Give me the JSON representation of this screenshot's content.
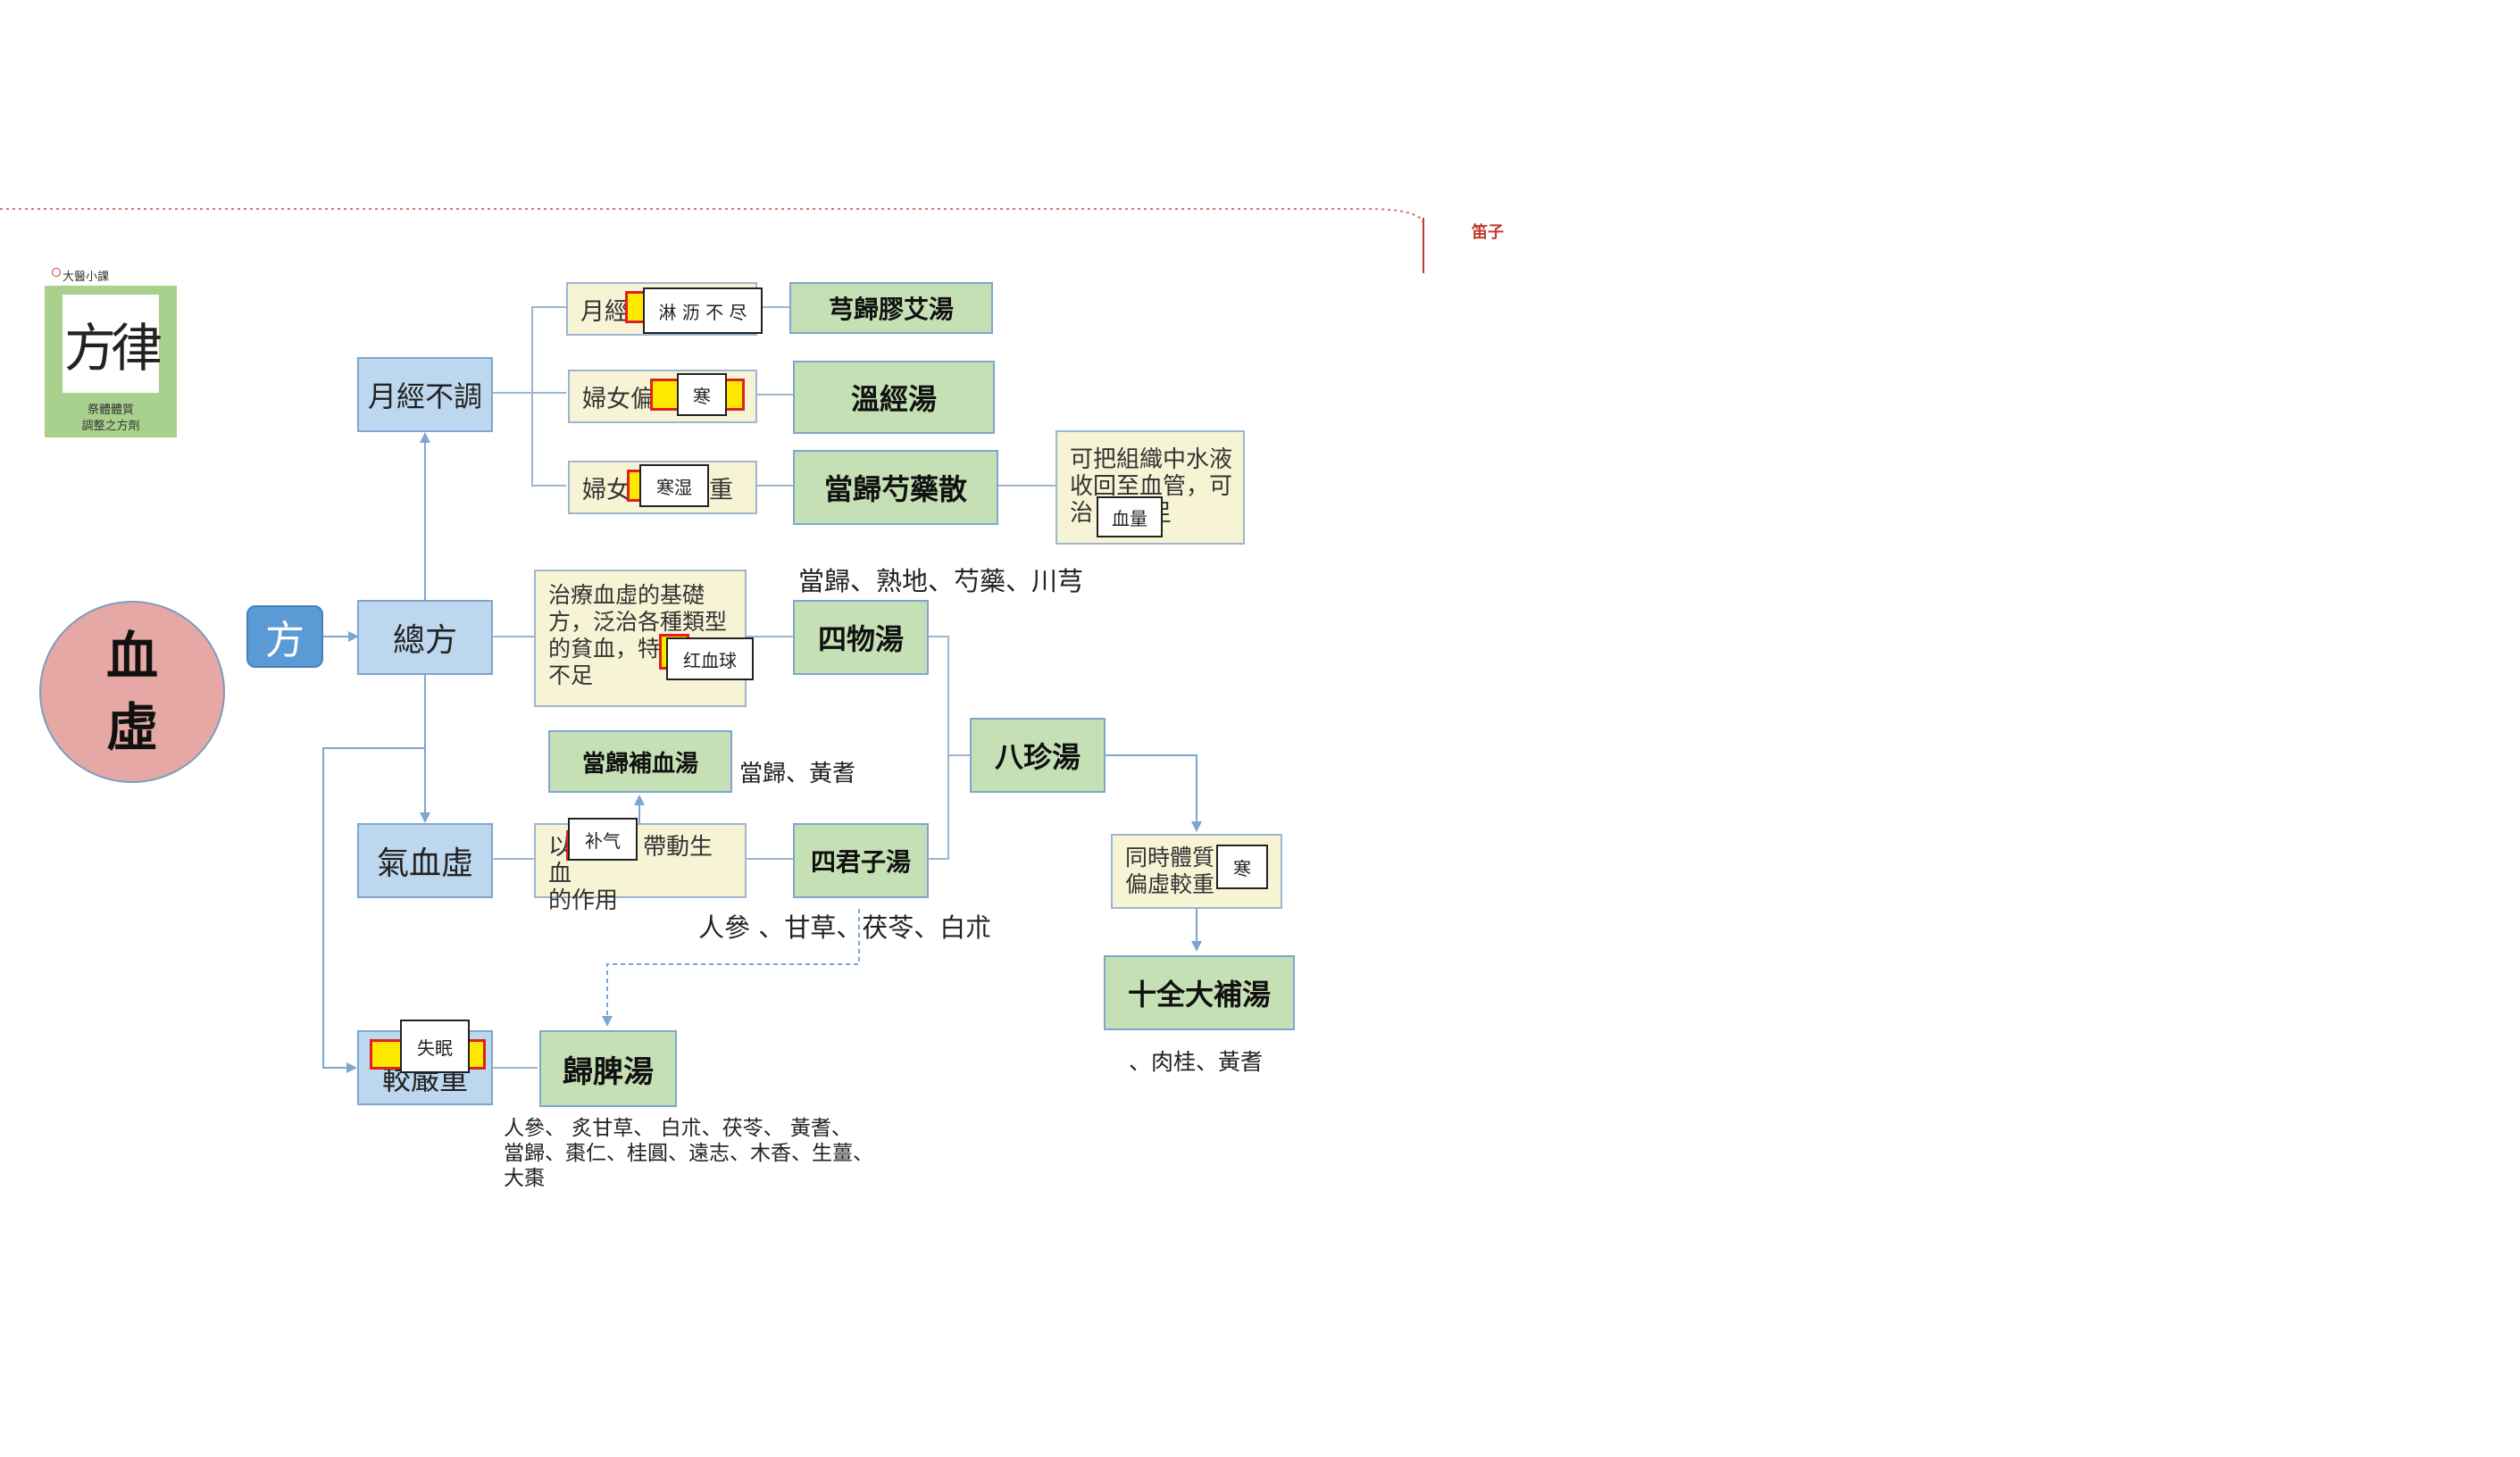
{
  "colors": {
    "root_circle": "#e6a8a4",
    "category_box": "#bdd7ee",
    "formula_box": "#c5e0b4",
    "note_box": "#f7f4d6",
    "tag": "#5b9bd5",
    "connector": "#7ea6cf",
    "comment": "#c0392b"
  },
  "logo": {
    "top_text": "大醫小課",
    "calligraphy": "方律",
    "caption_line1": "祭體體質",
    "caption_line2": "調整之方劑"
  },
  "comment": {
    "label": "笛子"
  },
  "root": {
    "line1": "血",
    "line2": "虛"
  },
  "tag": {
    "label": "方"
  },
  "categories": {
    "menstrual": "月經不調",
    "general": "總方",
    "qi_blood": "氣血虛",
    "severe": "較嚴重"
  },
  "notes": {
    "menstrual_1": "月經",
    "menstrual_2": "婦女偏",
    "menstrual_3_left": "婦女",
    "menstrual_3_right": "重",
    "general_desc": "治療血虛的基礎方，泛治各種類型的貧血，特別是",
    "general_desc_end": "不足",
    "qi_desc_left": "以",
    "qi_desc_right": "帶動生血",
    "qi_desc_line2": "的作用",
    "water_desc": "可把組織中水液收回至血管，可治",
    "water_desc_end": "足",
    "combined_desc_line1": "同時體質",
    "combined_desc_line2": "偏虛較重"
  },
  "popups": {
    "p1": "淋 沥 不 尽",
    "p2": "寒",
    "p3": "寒湿",
    "p4": "血量",
    "p5": "红血球",
    "p6": "补气",
    "p7": "寒",
    "p8": "失眠"
  },
  "formulas": {
    "f1": "芎歸膠艾湯",
    "f2": "溫經湯",
    "f3": "當歸芍藥散",
    "f4": "四物湯",
    "f5": "當歸補血湯",
    "f6": "四君子湯",
    "f7": "八珍湯",
    "f8": "十全大補湯",
    "f9": "歸脾湯"
  },
  "ingredients": {
    "siwu": "當歸、熟地、芍藥、川芎",
    "buxue": "當歸、黃耆",
    "sijunzi": "人參 、甘草、茯苓、白朮",
    "shiquan": "、肉桂、黃耆",
    "guipi_line1": "人參、 炙甘草、 白朮、茯苓、 黃耆、",
    "guipi_line2": "當歸、棗仁、桂圓、遠志、木香、生薑、",
    "guipi_line3": "大棗"
  }
}
